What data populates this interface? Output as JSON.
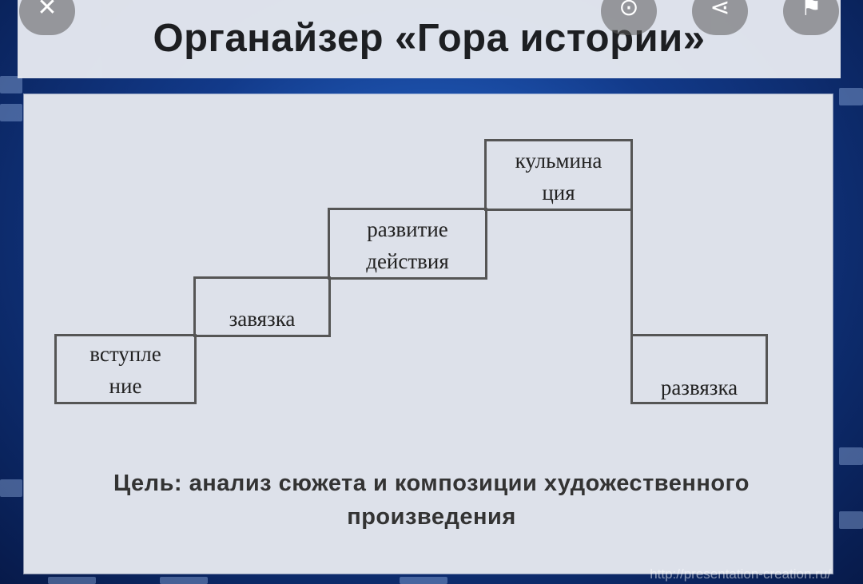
{
  "slide": {
    "title": "Органайзер «Гора истории»",
    "steps": [
      {
        "label": "вступле ние"
      },
      {
        "label": "завязка"
      },
      {
        "label": "развитие действия"
      },
      {
        "label": "кульмина ция"
      },
      {
        "label": "развязка"
      }
    ],
    "goal": "Цель: анализ сюжета и композиции художественного произведения"
  },
  "overlay": {
    "close_icon": "close-icon",
    "search_icon": "lens-icon",
    "share_icon": "share-icon",
    "bookmark_icon": "bookmark-icon",
    "watermark": "http://presentation-creation.ru/"
  },
  "colors": {
    "background": "#123a8a",
    "slide": "#dde1ea",
    "lines": "#555555",
    "text": "#222222"
  }
}
